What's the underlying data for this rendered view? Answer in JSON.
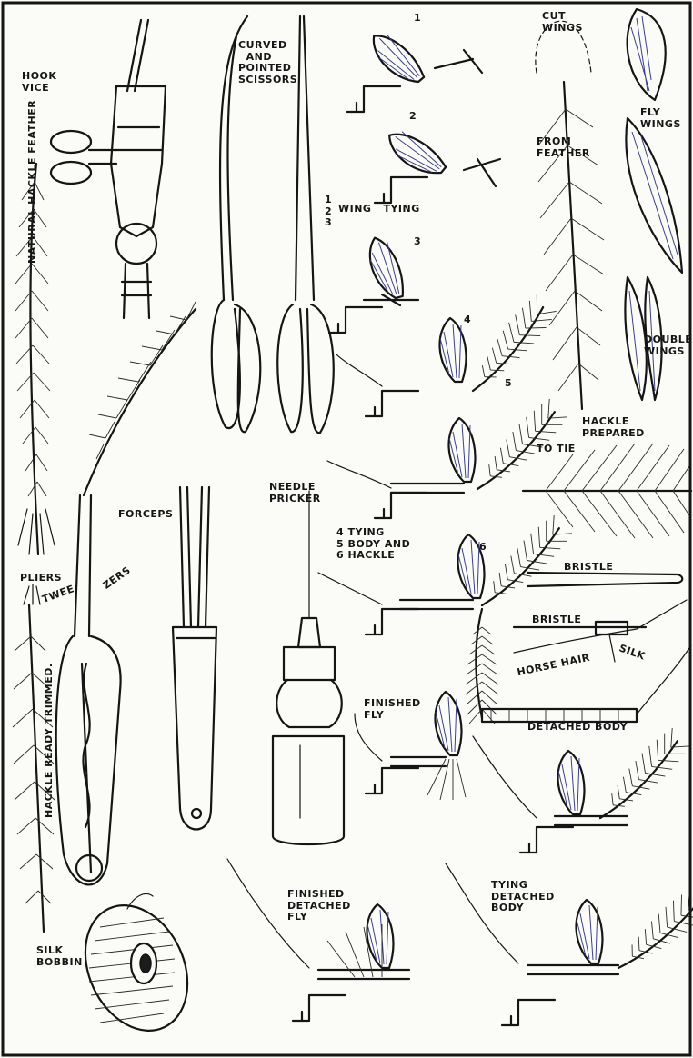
{
  "labels": {
    "hook_vice": "HOOK\nVICE",
    "curved_scissors": "CURVED\n  AND\nPOINTED\nSCISSORS",
    "natural_hackle": "NATURAL HACKLE FEATHER",
    "forceps": "FORCEPS",
    "pliers": "PLIERS",
    "tweezers_a": "TWEE",
    "tweezers_b": "ZERS",
    "needle_pricker": "NEEDLE\nPRICKER",
    "hackle_ready": "HACKLE READY TRIMMED.",
    "silk_bobbin": "SILK\nBOBBIN",
    "finished_fly": "FINISHED\nFLY",
    "finished_detached_fly": "FINISHED\nDETACHED\nFLY",
    "tying_detached_body": "TYING\nDETACHED\nBODY",
    "step_1": "1",
    "step_2": "2",
    "step_3": "3",
    "step_4": "4",
    "step_5": "5",
    "step_6": "6",
    "wing_tying_nums": "1\n2\n3",
    "wing_tying": "WING   TYING",
    "tying_body_hackle": "4 TYING\n5 BODY AND\n6 HACKLE",
    "cut_wings": "CUT\nWINGS",
    "from_feather": "FROM\nFEATHER",
    "fly_wings": "FLY\nWINGS",
    "double_wings": "DOUBLE\nWINGS",
    "hackle_prepared": "HACKLE\nPREPARED",
    "to_tie": "TO TIE",
    "bristle_1": "BRISTLE",
    "bristle_2": "BRISTLE",
    "horse_hair": "HORSE HAIR",
    "silk": "SILK",
    "detached_body": "DETACHED BODY"
  },
  "colors": {
    "ink": "#151515",
    "paper": "#fbfbf8",
    "tint": "#3b3f8f"
  }
}
